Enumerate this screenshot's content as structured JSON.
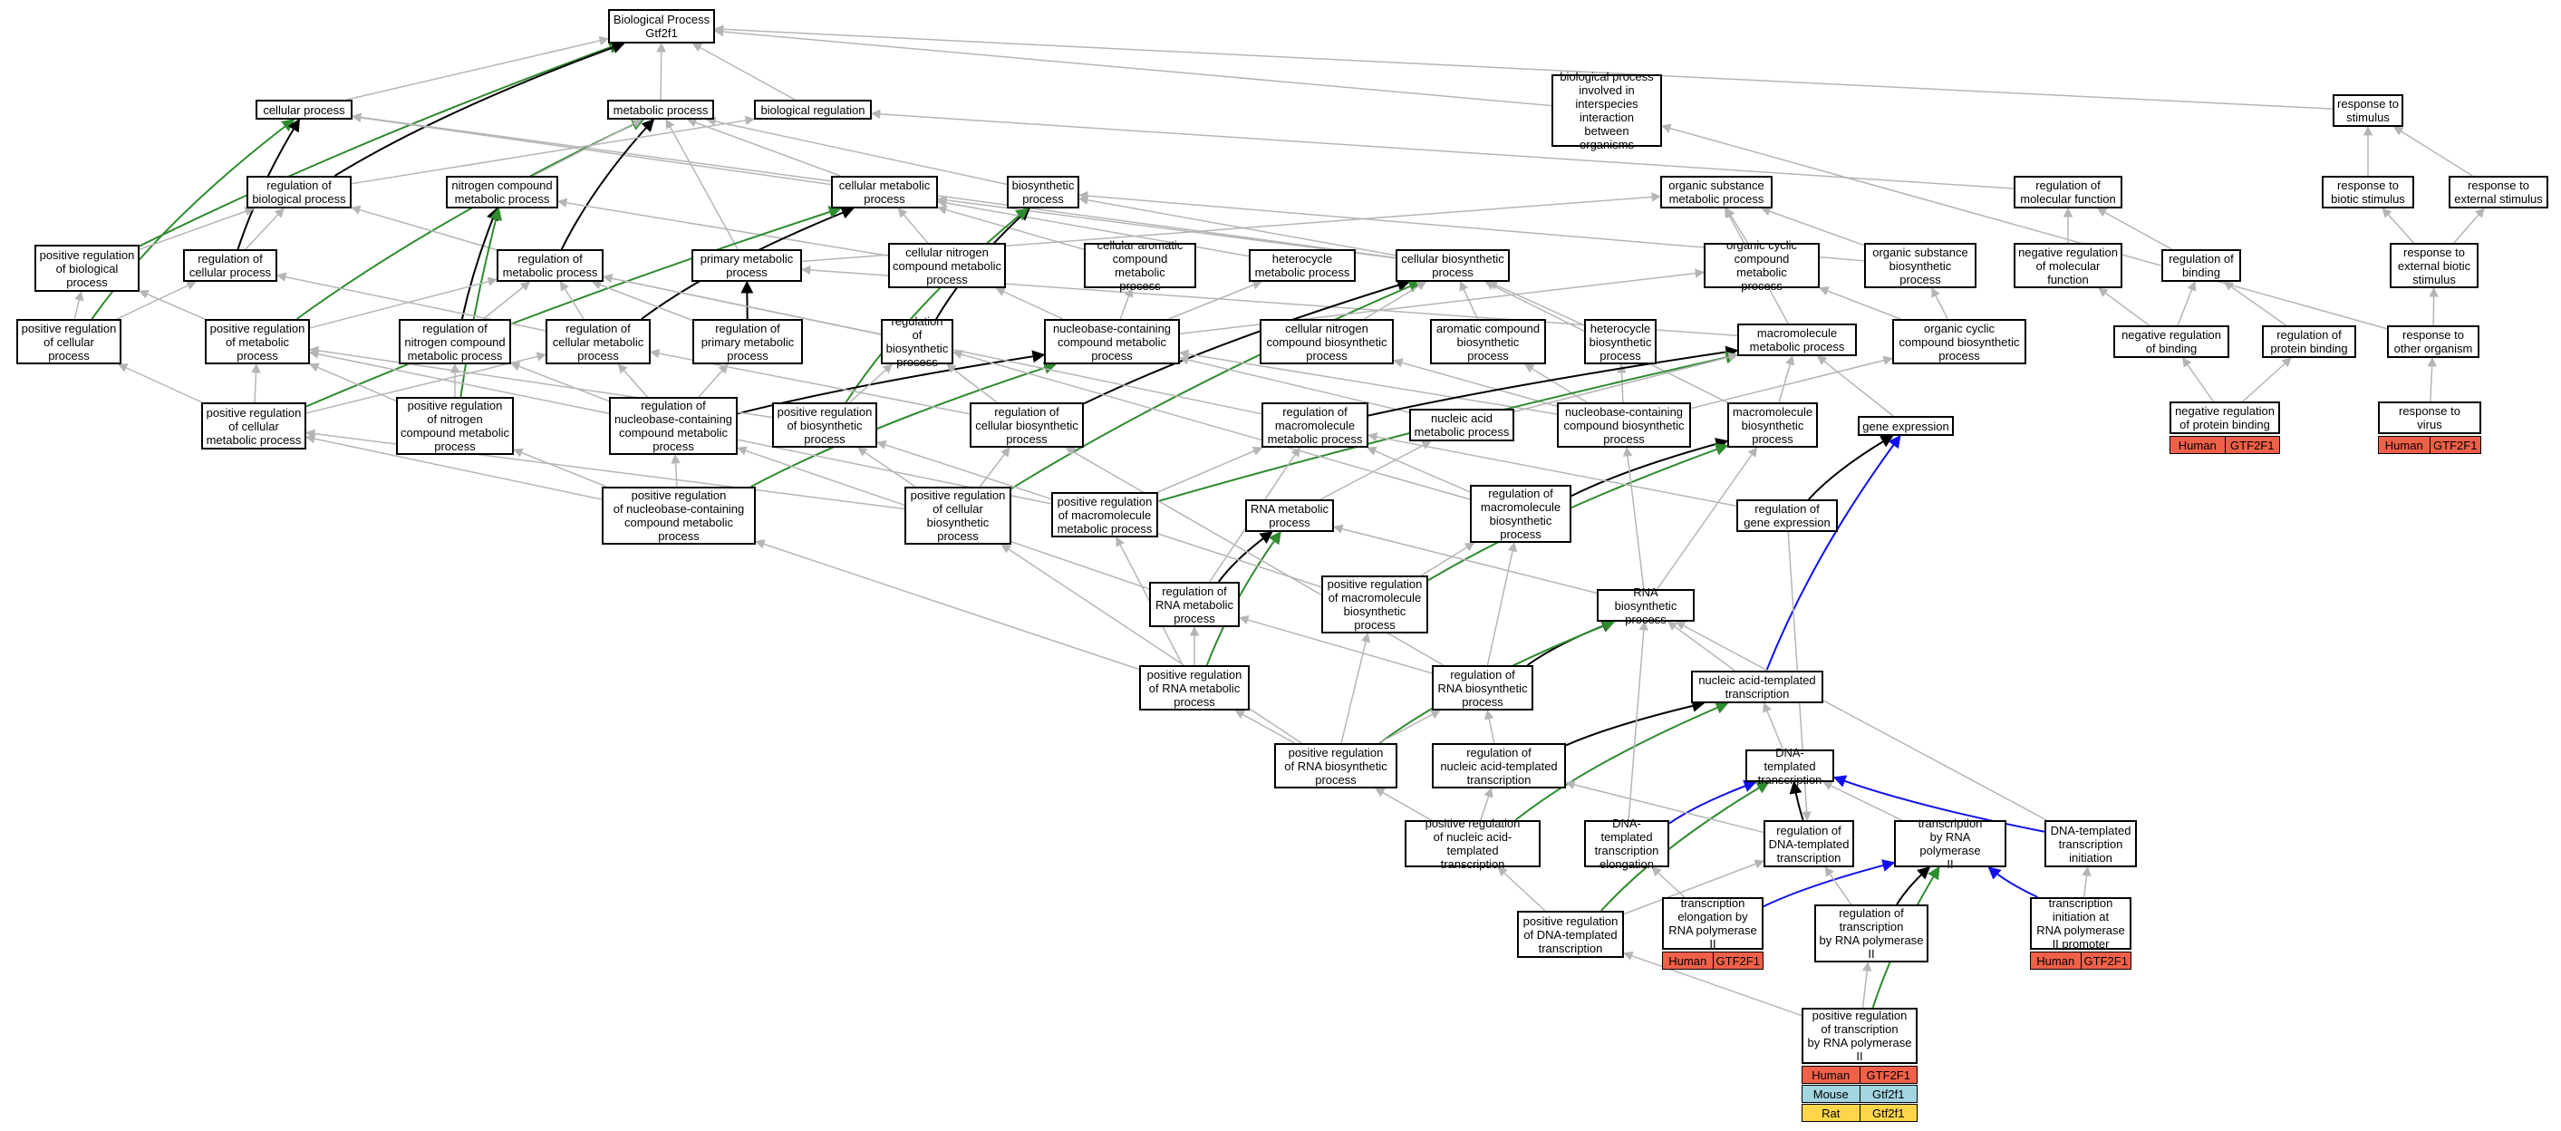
{
  "nodes": [
    {
      "id": "bp",
      "label": "Biological Process\nGtf2f1"
    },
    {
      "id": "cellproc",
      "label": "cellular process"
    },
    {
      "id": "metproc",
      "label": "metabolic process"
    },
    {
      "id": "bioreg",
      "label": "biological regulation"
    },
    {
      "id": "interspecies",
      "label": "biological process\ninvolved in\ninterspecies\ninteraction\nbetween organisms"
    },
    {
      "id": "respstim",
      "label": "response to\nstimulus"
    },
    {
      "id": "regbioproc",
      "label": "regulation of\nbiological process"
    },
    {
      "id": "nitrocomp",
      "label": "nitrogen compound\nmetabolic process"
    },
    {
      "id": "cellmet",
      "label": "cellular metabolic\nprocess"
    },
    {
      "id": "biosyn",
      "label": "biosynthetic\nprocess"
    },
    {
      "id": "orgsubmet",
      "label": "organic substance\nmetabolic process"
    },
    {
      "id": "regmolfunc",
      "label": "regulation of\nmolecular function"
    },
    {
      "id": "respbiotic",
      "label": "response to\nbiotic stimulus"
    },
    {
      "id": "respext",
      "label": "response to\nexternal stimulus"
    },
    {
      "id": "posregbio",
      "label": "positive regulation\nof biological\nprocess"
    },
    {
      "id": "regcellproc",
      "label": "regulation of\ncellular process"
    },
    {
      "id": "regmetproc",
      "label": "regulation of\nmetabolic process"
    },
    {
      "id": "primmet",
      "label": "primary metabolic\nprocess"
    },
    {
      "id": "cellnitro",
      "label": "cellular nitrogen\ncompound metabolic\nprocess"
    },
    {
      "id": "cellarom",
      "label": "cellular aromatic\ncompound metabolic\nprocess"
    },
    {
      "id": "hetmet",
      "label": "heterocycle\nmetabolic process"
    },
    {
      "id": "cellbiosyn",
      "label": "cellular biosynthetic\nprocess"
    },
    {
      "id": "orgcycmet",
      "label": "organic cyclic\ncompound metabolic\nprocess"
    },
    {
      "id": "orgsubbio",
      "label": "organic substance\nbiosynthetic\nprocess"
    },
    {
      "id": "negregmol",
      "label": "negative regulation\nof molecular\nfunction"
    },
    {
      "id": "regbinding",
      "label": "regulation of\nbinding"
    },
    {
      "id": "respextbio",
      "label": "response to\nexternal biotic\nstimulus"
    },
    {
      "id": "posregcell",
      "label": "positive regulation\nof cellular\nprocess"
    },
    {
      "id": "posregmet",
      "label": "positive regulation\nof metabolic\nprocess"
    },
    {
      "id": "regnitro",
      "label": "regulation of\nnitrogen compound\nmetabolic process"
    },
    {
      "id": "regcellmet",
      "label": "regulation of\ncellular metabolic\nprocess"
    },
    {
      "id": "regprimmet",
      "label": "regulation of\nprimary metabolic\nprocess"
    },
    {
      "id": "regbiosyn",
      "label": "regulation of\nbiosynthetic\nprocess"
    },
    {
      "id": "nucbasemet",
      "label": "nucleobase-containing\ncompound metabolic\nprocess"
    },
    {
      "id": "cellnitrobio",
      "label": "cellular nitrogen\ncompound biosynthetic\nprocess"
    },
    {
      "id": "arombio",
      "label": "aromatic compound\nbiosynthetic\nprocess"
    },
    {
      "id": "hetbio",
      "label": "heterocycle\nbiosynthetic\nprocess"
    },
    {
      "id": "macromet",
      "label": "macromolecule\nmetabolic process"
    },
    {
      "id": "orgcycbio",
      "label": "organic cyclic\ncompound biosynthetic\nprocess"
    },
    {
      "id": "negregbind",
      "label": "negative regulation\nof binding"
    },
    {
      "id": "regprotbind",
      "label": "regulation of\nprotein binding"
    },
    {
      "id": "respother",
      "label": "response to\nother organism"
    },
    {
      "id": "posregcellmet",
      "label": "positive regulation\nof cellular\nmetabolic process"
    },
    {
      "id": "posregnitro",
      "label": "positive regulation\nof nitrogen\ncompound metabolic\nprocess"
    },
    {
      "id": "regnucbase",
      "label": "regulation of\nnucleobase-containing\ncompound metabolic\nprocess"
    },
    {
      "id": "posregbiosyn",
      "label": "positive regulation\nof biosynthetic\nprocess"
    },
    {
      "id": "regcellbiosyn",
      "label": "regulation of\ncellular biosynthetic\nprocess"
    },
    {
      "id": "regmacromet",
      "label": "regulation of\nmacromolecule\nmetabolic process"
    },
    {
      "id": "nucacidmet",
      "label": "nucleic acid\nmetabolic process"
    },
    {
      "id": "nucbasebio",
      "label": "nucleobase-containing\ncompound biosynthetic\nprocess"
    },
    {
      "id": "macrobio",
      "label": "macromolecule\nbiosynthetic\nprocess"
    },
    {
      "id": "geneexp",
      "label": "gene expression"
    },
    {
      "id": "negregprotbind",
      "label": "negative regulation\nof protein binding"
    },
    {
      "id": "respvirus",
      "label": "response to\nvirus"
    },
    {
      "id": "posregnucbase",
      "label": "positive regulation\nof nucleobase-containing\ncompound metabolic\nprocess"
    },
    {
      "id": "posregcellbio",
      "label": "positive regulation\nof cellular\nbiosynthetic\nprocess"
    },
    {
      "id": "posregmacromet",
      "label": "positive regulation\nof macromolecule\nmetabolic process"
    },
    {
      "id": "rnamet",
      "label": "RNA metabolic\nprocess"
    },
    {
      "id": "regmacrobio",
      "label": "regulation of\nmacromolecule\nbiosynthetic\nprocess"
    },
    {
      "id": "reggeneexp",
      "label": "regulation of\ngene expression"
    },
    {
      "id": "regrnamet",
      "label": "regulation of\nRNA metabolic\nprocess"
    },
    {
      "id": "posregmacrobio",
      "label": "positive regulation\nof macromolecule\nbiosynthetic\nprocess"
    },
    {
      "id": "rnabio",
      "label": "RNA biosynthetic\nprocess"
    },
    {
      "id": "posregrnamet",
      "label": "positive regulation\nof RNA metabolic\nprocess"
    },
    {
      "id": "regrnabio",
      "label": "regulation of\nRNA biosynthetic\nprocess"
    },
    {
      "id": "nucacidtrans",
      "label": "nucleic acid-templated\ntranscription"
    },
    {
      "id": "posregrnabio",
      "label": "positive regulation\nof RNA biosynthetic\nprocess"
    },
    {
      "id": "regnucacidtrans",
      "label": "regulation of\nnucleic acid-templated\ntranscription"
    },
    {
      "id": "dnatrans",
      "label": "DNA-templated\ntranscription"
    },
    {
      "id": "posregnucacid",
      "label": "positive regulation\nof nucleic acid-templated\ntranscription"
    },
    {
      "id": "dnaelong",
      "label": "DNA-templated\ntranscription\nelongation"
    },
    {
      "id": "regdnatrans",
      "label": "regulation of\nDNA-templated\ntranscription"
    },
    {
      "id": "transpol2",
      "label": "transcription\nby RNA polymerase\nII"
    },
    {
      "id": "dnainit",
      "label": "DNA-templated\ntranscription\ninitiation"
    },
    {
      "id": "posregdnatrans",
      "label": "positive regulation\nof DNA-templated\ntranscription"
    },
    {
      "id": "elongpol2",
      "label": "transcription\nelongation by\nRNA polymerase\nII"
    },
    {
      "id": "regtranspol2",
      "label": "regulation of\ntranscription\nby RNA polymerase\nII"
    },
    {
      "id": "initpol2",
      "label": "transcription\ninitiation at\nRNA polymerase\nII promoter"
    },
    {
      "id": "posregtranspol2",
      "label": "positive regulation\nof transcription\nby RNA polymerase\nII"
    }
  ],
  "annotations": [
    {
      "node": "negregprotbind",
      "species": "Human",
      "gene": "GTF2F1",
      "color": "#f06048"
    },
    {
      "node": "respvirus",
      "species": "Human",
      "gene": "GTF2F1",
      "color": "#f06048"
    },
    {
      "node": "elongpol2",
      "species": "Human",
      "gene": "GTF2F1",
      "color": "#f06048"
    },
    {
      "node": "initpol2",
      "species": "Human",
      "gene": "GTF2F1",
      "color": "#f06048"
    },
    {
      "node": "posregtranspol2",
      "species": "Human",
      "gene": "GTF2F1",
      "color": "#f06048"
    },
    {
      "node": "posregtranspol2",
      "species": "Mouse",
      "gene": "Gtf2f1",
      "color": "#a3d6e0"
    },
    {
      "node": "posregtranspol2",
      "species": "Rat",
      "gene": "Gtf2f1",
      "color": "#ffd54a"
    }
  ],
  "edge_colors": {
    "is_a": "#b5b5b5",
    "part_of": "#000000",
    "positively_regulates": "#2e8b2e",
    "regulates": "#000000",
    "occurs_in": "#1010ee"
  },
  "edges": [
    [
      "cellproc",
      "bp",
      "is_a"
    ],
    [
      "metproc",
      "bp",
      "is_a"
    ],
    [
      "bioreg",
      "bp",
      "is_a"
    ],
    [
      "interspecies",
      "bp",
      "is_a"
    ],
    [
      "respstim",
      "bp",
      "is_a"
    ],
    [
      "posregbio",
      "bp",
      "positively_regulates"
    ],
    [
      "regbioproc",
      "bp",
      "regulates"
    ],
    [
      "posregcell",
      "cellproc",
      "positively_regulates"
    ],
    [
      "regcellproc",
      "cellproc",
      "regulates"
    ],
    [
      "cellmet",
      "cellproc",
      "is_a"
    ],
    [
      "cellbiosyn",
      "cellproc",
      "is_a"
    ],
    [
      "regmetproc",
      "metproc",
      "regulates"
    ],
    [
      "posregmet",
      "metproc",
      "positively_regulates"
    ],
    [
      "nitrocomp",
      "metproc",
      "is_a"
    ],
    [
      "cellmet",
      "metproc",
      "is_a"
    ],
    [
      "primmet",
      "metproc",
      "is_a"
    ],
    [
      "biosyn",
      "metproc",
      "is_a"
    ],
    [
      "regbioproc",
      "bioreg",
      "is_a"
    ],
    [
      "regmolfunc",
      "bioreg",
      "is_a"
    ],
    [
      "respbiotic",
      "respstim",
      "is_a"
    ],
    [
      "respext",
      "respstim",
      "is_a"
    ],
    [
      "respother",
      "interspecies",
      "is_a"
    ],
    [
      "regcellproc",
      "regbioproc",
      "is_a"
    ],
    [
      "regmetproc",
      "regbioproc",
      "is_a"
    ],
    [
      "posregbio",
      "regbioproc",
      "is_a"
    ],
    [
      "regnitro",
      "nitrocomp",
      "regulates"
    ],
    [
      "posregnitro",
      "nitrocomp",
      "positively_regulates"
    ],
    [
      "cellnitro",
      "nitrocomp",
      "is_a"
    ],
    [
      "regcellmet",
      "cellmet",
      "regulates"
    ],
    [
      "posregcellmet",
      "cellmet",
      "positively_regulates"
    ],
    [
      "cellnitro",
      "cellmet",
      "is_a"
    ],
    [
      "cellarom",
      "cellmet",
      "is_a"
    ],
    [
      "hetmet",
      "cellmet",
      "is_a"
    ],
    [
      "cellbiosyn",
      "cellmet",
      "is_a"
    ],
    [
      "regbiosyn",
      "biosyn",
      "regulates"
    ],
    [
      "posregbiosyn",
      "biosyn",
      "positively_regulates"
    ],
    [
      "cellbiosyn",
      "biosyn",
      "is_a"
    ],
    [
      "orgsubbio",
      "biosyn",
      "is_a"
    ],
    [
      "primmet",
      "orgsubmet",
      "is_a"
    ],
    [
      "orgcycmet",
      "orgsubmet",
      "is_a"
    ],
    [
      "orgsubbio",
      "orgsubmet",
      "is_a"
    ],
    [
      "macromet",
      "orgsubmet",
      "is_a"
    ],
    [
      "negregmol",
      "regmolfunc",
      "is_a"
    ],
    [
      "regbinding",
      "regmolfunc",
      "is_a"
    ],
    [
      "respextbio",
      "respbiotic",
      "is_a"
    ],
    [
      "respextbio",
      "respext",
      "is_a"
    ],
    [
      "respother",
      "respextbio",
      "is_a"
    ],
    [
      "respvirus",
      "respother",
      "is_a"
    ],
    [
      "posregcell",
      "posregbio",
      "is_a"
    ],
    [
      "posregmet",
      "posregbio",
      "is_a"
    ],
    [
      "posregcell",
      "regcellproc",
      "is_a"
    ],
    [
      "regcellmet",
      "regcellproc",
      "is_a"
    ],
    [
      "regnitro",
      "regmetproc",
      "is_a"
    ],
    [
      "regcellmet",
      "regmetproc",
      "is_a"
    ],
    [
      "regprimmet",
      "regmetproc",
      "is_a"
    ],
    [
      "regbiosyn",
      "regmetproc",
      "is_a"
    ],
    [
      "posregmet",
      "regmetproc",
      "is_a"
    ],
    [
      "regprimmet",
      "primmet",
      "regulates"
    ],
    [
      "macromet",
      "primmet",
      "is_a"
    ],
    [
      "nucbasemet",
      "cellnitro",
      "is_a"
    ],
    [
      "nucbasemet",
      "cellarom",
      "is_a"
    ],
    [
      "nucbasemet",
      "hetmet",
      "is_a"
    ],
    [
      "regcellbiosyn",
      "cellbiosyn",
      "regulates"
    ],
    [
      "posregcellbio",
      "cellbiosyn",
      "positively_regulates"
    ],
    [
      "cellnitrobio",
      "cellbiosyn",
      "is_a"
    ],
    [
      "arombio",
      "cellbiosyn",
      "is_a"
    ],
    [
      "hetbio",
      "cellbiosyn",
      "is_a"
    ],
    [
      "macrobio",
      "cellbiosyn",
      "is_a"
    ],
    [
      "nucbasemet",
      "orgcycmet",
      "is_a"
    ],
    [
      "orgcycbio",
      "orgcycmet",
      "is_a"
    ],
    [
      "orgcycbio",
      "orgsubbio",
      "is_a"
    ],
    [
      "negregbind",
      "negregmol",
      "is_a"
    ],
    [
      "negregbind",
      "regbinding",
      "is_a"
    ],
    [
      "regprotbind",
      "regbinding",
      "is_a"
    ],
    [
      "negregprotbind",
      "negregbind",
      "is_a"
    ],
    [
      "negregprotbind",
      "regprotbind",
      "is_a"
    ],
    [
      "posregcellmet",
      "posregcell",
      "is_a"
    ],
    [
      "posregcellmet",
      "posregmet",
      "is_a"
    ],
    [
      "posregcellmet",
      "regcellmet",
      "is_a"
    ],
    [
      "posregnitro",
      "posregmet",
      "is_a"
    ],
    [
      "posregnitro",
      "regnitro",
      "is_a"
    ],
    [
      "regnucbase",
      "regnitro",
      "is_a"
    ],
    [
      "regnucbase",
      "regcellmet",
      "is_a"
    ],
    [
      "regnucbase",
      "regprimmet",
      "is_a"
    ],
    [
      "regnucbase",
      "nucbasemet",
      "regulates"
    ],
    [
      "posregnucbase",
      "nucbasemet",
      "positively_regulates"
    ],
    [
      "posregbiosyn",
      "posregmet",
      "is_a"
    ],
    [
      "posregbiosyn",
      "regbiosyn",
      "is_a"
    ],
    [
      "regcellbiosyn",
      "regbiosyn",
      "is_a"
    ],
    [
      "regcellbiosyn",
      "regcellmet",
      "is_a"
    ],
    [
      "nucacidmet",
      "nucbasemet",
      "is_a"
    ],
    [
      "nucbasebio",
      "nucbasemet",
      "is_a"
    ],
    [
      "nucbasebio",
      "cellnitrobio",
      "is_a"
    ],
    [
      "nucbasebio",
      "arombio",
      "is_a"
    ],
    [
      "nucbasebio",
      "hetbio",
      "is_a"
    ],
    [
      "nucbasebio",
      "orgcycbio",
      "is_a"
    ],
    [
      "regmacromet",
      "macromet",
      "regulates"
    ],
    [
      "posregmacromet",
      "macromet",
      "positively_regulates"
    ],
    [
      "nucacidmet",
      "macromet",
      "is_a"
    ],
    [
      "macrobio",
      "macromet",
      "is_a"
    ],
    [
      "geneexp",
      "macromet",
      "is_a"
    ],
    [
      "posregnucbase",
      "regnucbase",
      "is_a"
    ],
    [
      "posregnucbase",
      "posregnitro",
      "is_a"
    ],
    [
      "posregnucbase",
      "posregcellmet",
      "is_a"
    ],
    [
      "posregcellbio",
      "regcellbiosyn",
      "is_a"
    ],
    [
      "posregcellbio",
      "posregbiosyn",
      "is_a"
    ],
    [
      "posregcellbio",
      "posregcellmet",
      "is_a"
    ],
    [
      "regmacromet",
      "regmetproc",
      "is_a"
    ],
    [
      "posregmacromet",
      "regmacromet",
      "is_a"
    ],
    [
      "posregmacromet",
      "posregmet",
      "is_a"
    ],
    [
      "rnamet",
      "nucacidmet",
      "is_a"
    ],
    [
      "regrnamet",
      "rnamet",
      "regulates"
    ],
    [
      "posregrnamet",
      "rnamet",
      "positively_regulates"
    ],
    [
      "regmacrobio",
      "macrobio",
      "regulates"
    ],
    [
      "posregmacrobio",
      "macrobio",
      "positively_regulates"
    ],
    [
      "regmacrobio",
      "regmacromet",
      "is_a"
    ],
    [
      "regmacrobio",
      "regbiosyn",
      "is_a"
    ],
    [
      "reggeneexp",
      "geneexp",
      "regulates"
    ],
    [
      "reggeneexp",
      "regmacromet",
      "is_a"
    ],
    [
      "nucacidtrans",
      "geneexp",
      "occurs_in"
    ],
    [
      "regrnamet",
      "regnucbase",
      "is_a"
    ],
    [
      "regrnamet",
      "regmacromet",
      "is_a"
    ],
    [
      "posregrnamet",
      "regrnamet",
      "is_a"
    ],
    [
      "posregrnamet",
      "posregnucbase",
      "is_a"
    ],
    [
      "posregrnamet",
      "posregmacromet",
      "is_a"
    ],
    [
      "posregmacrobio",
      "regmacrobio",
      "is_a"
    ],
    [
      "posregmacrobio",
      "posregbiosyn",
      "is_a"
    ],
    [
      "rnabio",
      "rnamet",
      "is_a"
    ],
    [
      "rnabio",
      "nucbasebio",
      "is_a"
    ],
    [
      "rnabio",
      "macrobio",
      "is_a"
    ],
    [
      "regrnabio",
      "rnabio",
      "regulates"
    ],
    [
      "posregrnabio",
      "rnabio",
      "positively_regulates"
    ],
    [
      "regrnabio",
      "regrnamet",
      "is_a"
    ],
    [
      "regrnabio",
      "regcellbiosyn",
      "is_a"
    ],
    [
      "regrnabio",
      "regmacrobio",
      "is_a"
    ],
    [
      "posregrnabio",
      "regrnabio",
      "is_a"
    ],
    [
      "posregrnabio",
      "posregrnamet",
      "is_a"
    ],
    [
      "posregrnabio",
      "posregcellbio",
      "is_a"
    ],
    [
      "posregrnabio",
      "posregmacrobio",
      "is_a"
    ],
    [
      "nucacidtrans",
      "rnabio",
      "is_a"
    ],
    [
      "regnucacidtrans",
      "nucacidtrans",
      "regulates"
    ],
    [
      "posregnucacid",
      "nucacidtrans",
      "positively_regulates"
    ],
    [
      "regnucacidtrans",
      "regrnabio",
      "is_a"
    ],
    [
      "dnatrans",
      "nucacidtrans",
      "is_a"
    ],
    [
      "posregnucacid",
      "regnucacidtrans",
      "is_a"
    ],
    [
      "posregnucacid",
      "posregrnabio",
      "is_a"
    ],
    [
      "regdnatrans",
      "dnatrans",
      "regulates"
    ],
    [
      "posregdnatrans",
      "dnatrans",
      "positively_regulates"
    ],
    [
      "dnaelong",
      "dnatrans",
      "occurs_in"
    ],
    [
      "transpol2",
      "dnatrans",
      "is_a"
    ],
    [
      "dnainit",
      "dnatrans",
      "occurs_in"
    ],
    [
      "regdnatrans",
      "regnucacidtrans",
      "is_a"
    ],
    [
      "posregdnatrans",
      "regdnatrans",
      "is_a"
    ],
    [
      "posregdnatrans",
      "posregnucacid",
      "is_a"
    ],
    [
      "dnaelong",
      "rnabio",
      "is_a"
    ],
    [
      "dnainit",
      "rnabio",
      "is_a"
    ],
    [
      "elongpol2",
      "dnaelong",
      "is_a"
    ],
    [
      "elongpol2",
      "transpol2",
      "occurs_in"
    ],
    [
      "regtranspol2",
      "transpol2",
      "regulates"
    ],
    [
      "initpol2",
      "transpol2",
      "occurs_in"
    ],
    [
      "initpol2",
      "dnainit",
      "is_a"
    ],
    [
      "regtranspol2",
      "regdnatrans",
      "is_a"
    ],
    [
      "posregtranspol2",
      "regtranspol2",
      "is_a"
    ],
    [
      "posregtranspol2",
      "posregdnatrans",
      "is_a"
    ],
    [
      "posregtranspol2",
      "transpol2",
      "positively_regulates"
    ],
    [
      "reggeneexp",
      "regdnatrans",
      "is_a"
    ]
  ]
}
